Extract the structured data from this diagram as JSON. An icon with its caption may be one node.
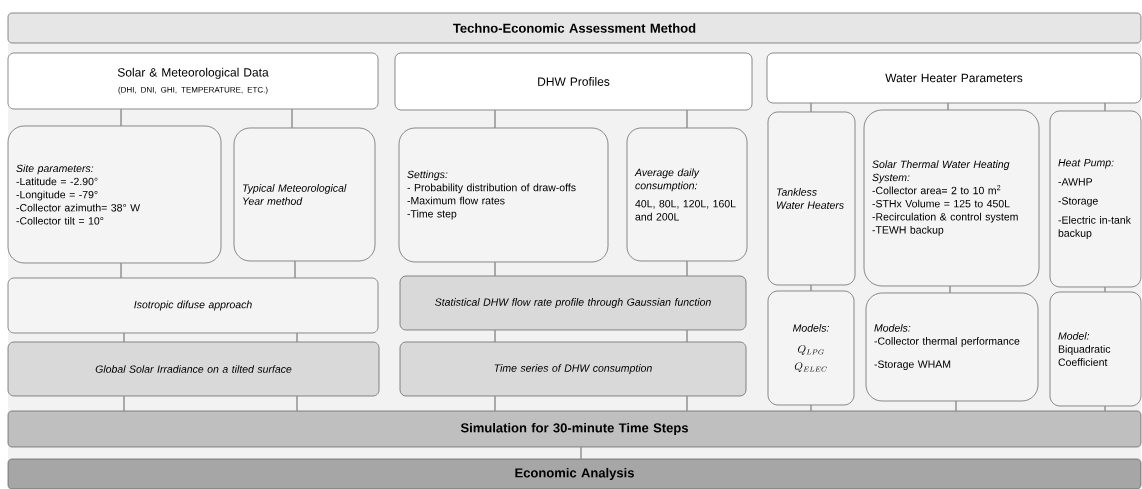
{
  "diagram": {
    "nodes": [
      {
        "text": [
          "Techno-Economic Assessment Method"
        ]
      },
      {
        "text": [
          "Solar & Meteorological Data",
          "(DHI, DNI, GHI, TEMPERATURE, ETC.)"
        ]
      },
      {
        "text": [
          "DHW Profiles"
        ]
      },
      {
        "text": [
          "Water Heater Parameters"
        ]
      },
      {
        "text": [
          "Site parameters:",
          "-Latitude = -2.90°",
          "-Longitude = -79°",
          "-Collector azimuth= 38° W",
          "-Collector tilt = 10°"
        ]
      },
      {
        "text": [
          "Typical Meteorological Year method"
        ]
      },
      {
        "text": [
          "Isotropic difuse approach"
        ]
      },
      {
        "text": [
          "Global Solar Irradiance on a tilted surface"
        ]
      },
      {
        "text": [
          "Settings:",
          "- Probability distribution of draw-offs",
          "-Maximum flow rates",
          "-Time step"
        ]
      },
      {
        "text": [
          "Average daily consumption:",
          "40L, 80L, 120L, 160L and 200L"
        ]
      },
      {
        "text": [
          "Statistical DHW flow rate profile through Gaussian function"
        ]
      },
      {
        "text": [
          "Time series of DHW consumption"
        ]
      },
      {
        "text": [
          "Tankless Water Heaters"
        ]
      },
      {
        "text": [
          "Solar Thermal Water Heating System:",
          "-Collector area= 2 to 10 m$^{2}$",
          "-STHx Volume = 125 to 450L",
          "-Recirculation & control system",
          "-TEWH backup"
        ]
      },
      {
        "text": [
          "Heat Pump:",
          "-AWHP",
          "-Storage",
          "-Electric in-tank backup"
        ]
      },
      {
        "text": [
          "Models:",
          "Q_{LPG}",
          "Q_{ELEC}"
        ]
      },
      {
        "text": [
          "Models:",
          "-Collector thermal performance",
          "-Storage WHAM"
        ]
      },
      {
        "text": [
          "Model:",
          "Biquadratic Coefficient"
        ]
      },
      {
        "text": [
          "Simulation for 30-minute Time Steps"
        ]
      },
      {
        "text": [
          "Economic Analysis"
        ]
      }
    ],
    "edges": [
      {
        "from": 1,
        "to": 4,
        "arrow": "none"
      },
      {
        "from": 1,
        "to": 5,
        "arrow": "none"
      },
      {
        "from": 4,
        "to": 6,
        "arrow": "none"
      },
      {
        "from": 5,
        "to": 6,
        "arrow": "none"
      },
      {
        "from": 6,
        "to": 7,
        "arrow": "none"
      },
      {
        "from": 6,
        "to": 7,
        "arrow": "none"
      },
      {
        "from": 7,
        "to": 18,
        "arrow": "none"
      },
      {
        "from": 7,
        "to": 18,
        "arrow": "none"
      },
      {
        "from": 2,
        "to": 8,
        "arrow": "none"
      },
      {
        "from": 2,
        "to": 9,
        "arrow": "none"
      },
      {
        "from": 8,
        "to": 10,
        "arrow": "none"
      },
      {
        "from": 9,
        "to": 10,
        "arrow": "none"
      },
      {
        "from": 10,
        "to": 11,
        "arrow": "none"
      },
      {
        "from": 10,
        "to": 11,
        "arrow": "none"
      },
      {
        "from": 11,
        "to": 18,
        "arrow": "none"
      },
      {
        "from": 11,
        "to": 18,
        "arrow": "none"
      },
      {
        "from": 3,
        "to": 12,
        "arrow": "none"
      },
      {
        "from": 3,
        "to": 13,
        "arrow": "none"
      },
      {
        "from": 3,
        "to": 14,
        "arrow": "none"
      },
      {
        "from": 12,
        "to": 15,
        "arrow": "none"
      },
      {
        "from": 13,
        "to": 16,
        "arrow": "none"
      },
      {
        "from": 14,
        "to": 17,
        "arrow": "none"
      },
      {
        "from": 15,
        "to": 18,
        "arrow": "none"
      },
      {
        "from": 16,
        "to": 18,
        "arrow": "none"
      },
      {
        "from": 17,
        "to": 18,
        "arrow": "none"
      },
      {
        "from": 18,
        "to": 19,
        "arrow": "none"
      }
    ]
  }
}
